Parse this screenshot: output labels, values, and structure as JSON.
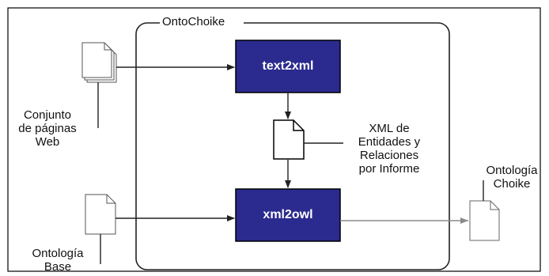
{
  "diagram": {
    "container_label": "OntoChoike",
    "process_1": "text2xml",
    "process_2": "xml2owl",
    "input_web": [
      "Conjunto",
      "de páginas",
      "Web"
    ],
    "input_ontology": [
      "Ontología",
      "Base"
    ],
    "intermediate_doc": [
      "XML de",
      "Entidades y",
      "Relaciones",
      "por Informe"
    ],
    "output_ontology": [
      "Ontología",
      "Choike"
    ]
  },
  "colors": {
    "process_fill": "#2b2a8e",
    "process_border": "#000000",
    "line": "#222222",
    "output_line": "#8a8a8a"
  }
}
